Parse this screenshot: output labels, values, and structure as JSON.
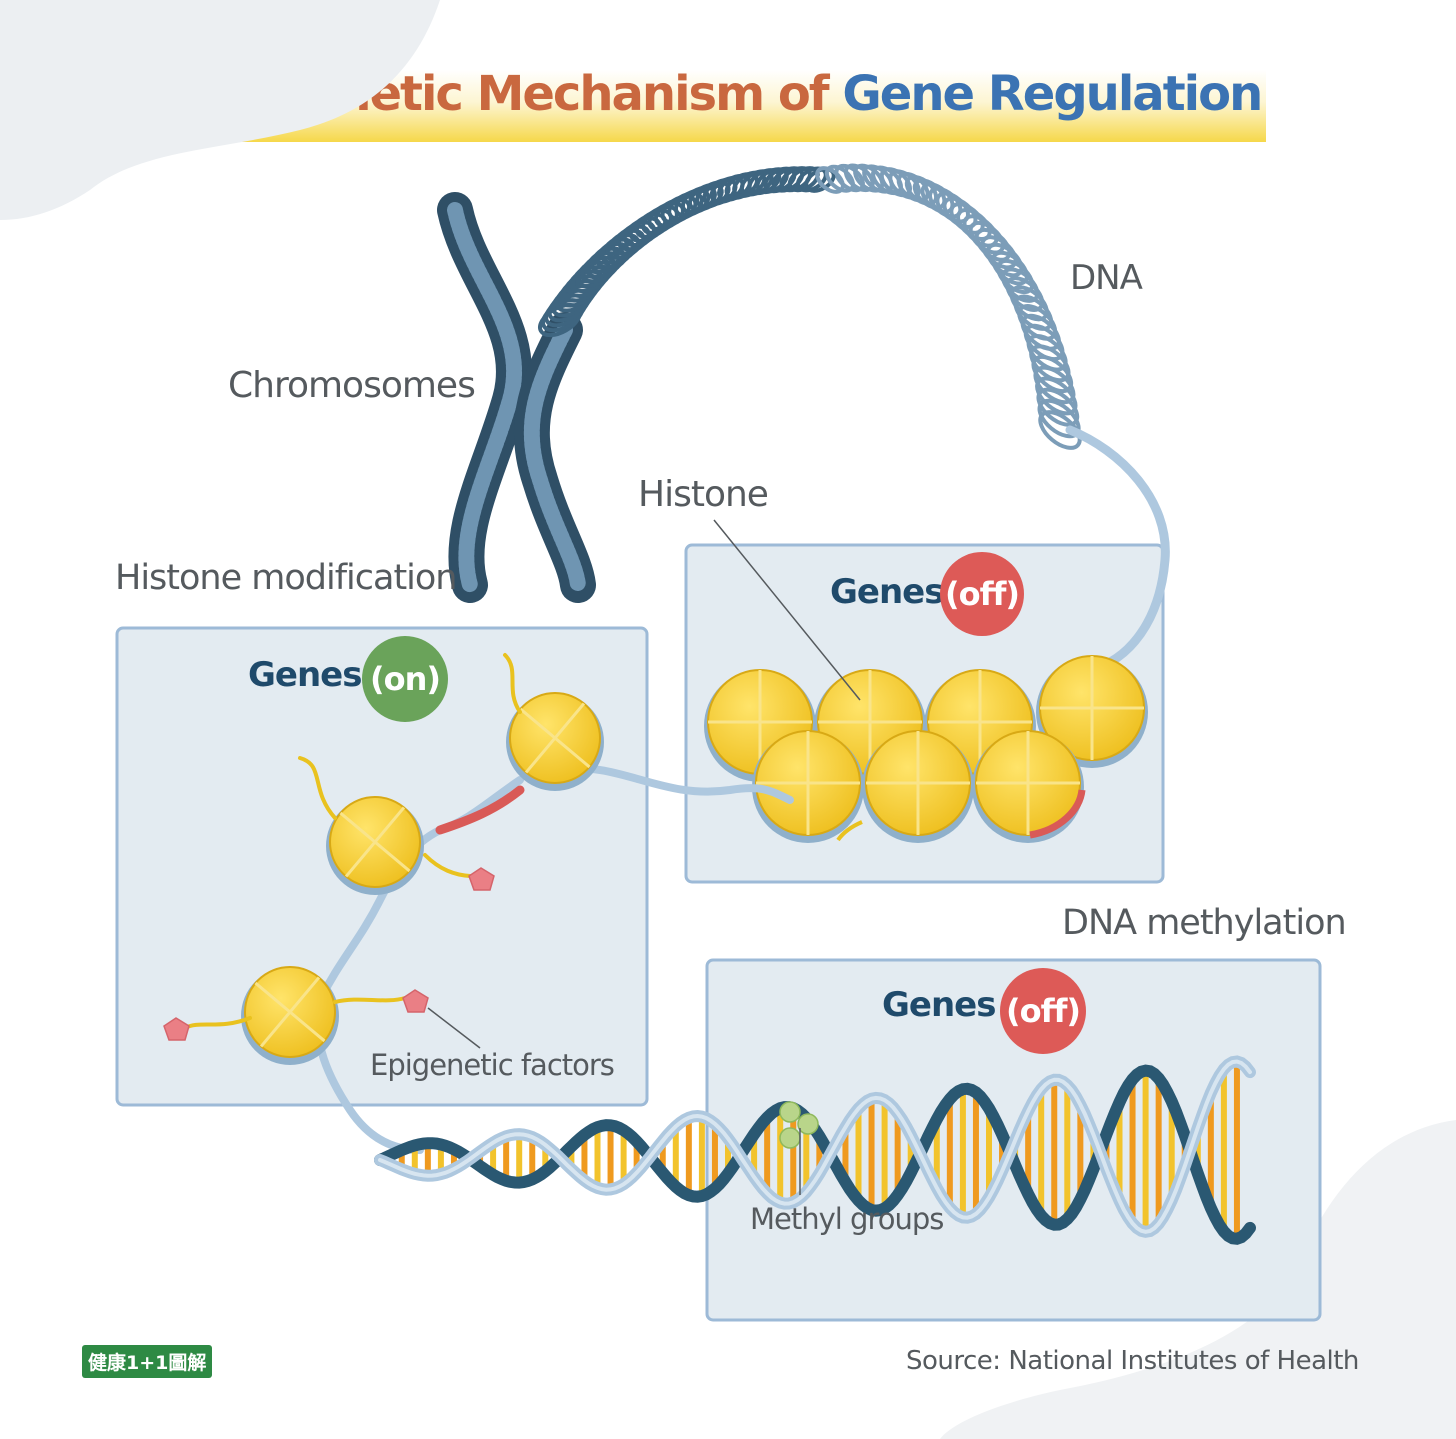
{
  "title": {
    "part1": "Epigenetic Mechanism of ",
    "part2": "Gene Regulation"
  },
  "labels": {
    "chromosomes": "Chromosomes",
    "dna": "DNA",
    "histone": "Histone",
    "histone_modification": "Histone modification",
    "dna_methylation": "DNA methylation",
    "epigenetic_factors": "Epigenetic factors",
    "methyl_groups": "Methyl groups"
  },
  "panels": {
    "histone_modification": {
      "genes_label": "Genes",
      "state": "(on)",
      "state_color": "#6aa35a"
    },
    "histone_compact": {
      "genes_label": "Genes",
      "state": "(off)",
      "state_color": "#dd5a57"
    },
    "methylation": {
      "genes_label": "Genes",
      "state": "(off)",
      "state_color": "#dd5a57"
    }
  },
  "colors": {
    "title_orange": "#c9683f",
    "title_blue": "#3b73b3",
    "title_band": "#f6d84a",
    "panel_fill": "#e3ebf1",
    "panel_border": "#9dbad7",
    "chromosome": "#4d6f8a",
    "dna_strand": "#aec8df",
    "histone": "#f5cf2e",
    "base_pair_yellow": "#f2c32c",
    "base_pair_orange": "#ef9a1f",
    "epigenetic_factor": "#ea7f85",
    "methyl_group": "#b9d58a"
  },
  "source": "Source: National Institutes of Health",
  "logo": {
    "text": "健康1+1圖解"
  }
}
